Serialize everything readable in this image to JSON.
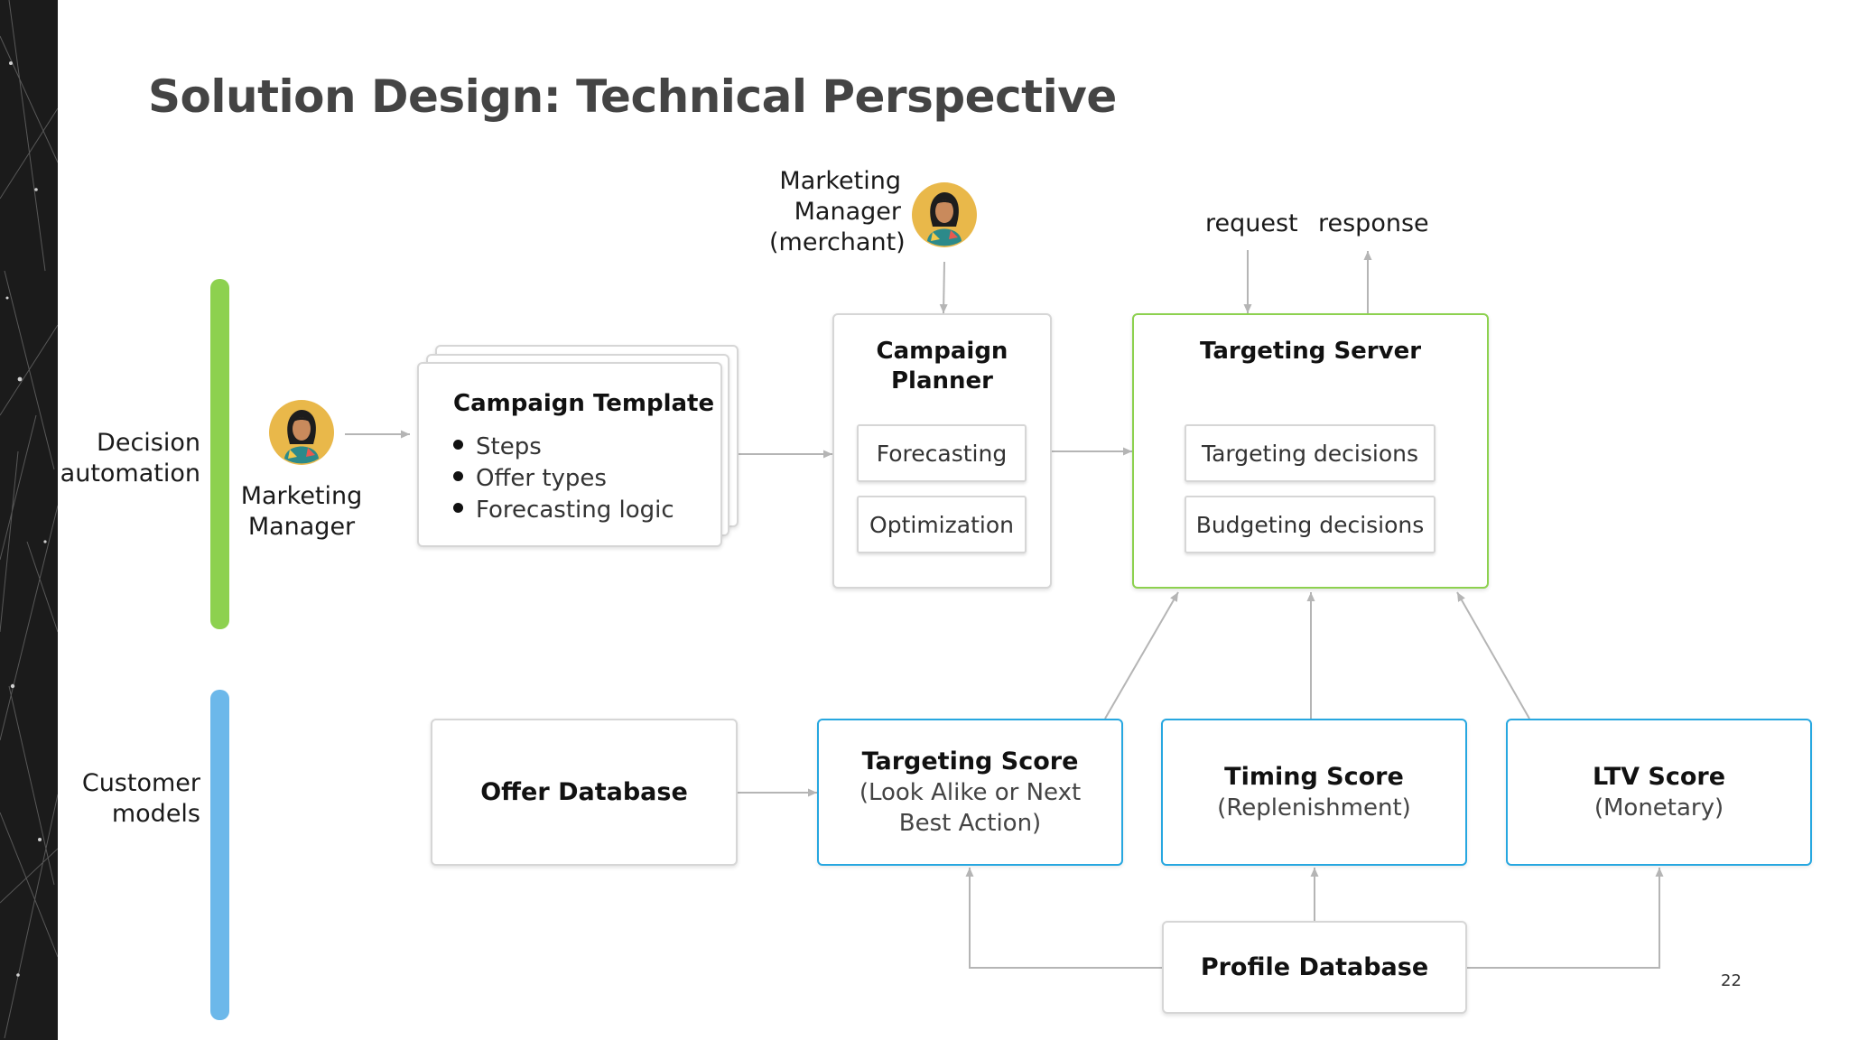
{
  "title": "Solution Design: Technical Perspective",
  "page_number": "22",
  "colors": {
    "decision_bar": "#8dd14f",
    "models_bar": "#6cb8ea",
    "targeting_server_border": "#8dd14f",
    "model_border": "#27a7e0",
    "arrow": "#b5b5b5"
  },
  "layers": {
    "decision": "Decision automation",
    "models": "Customer models"
  },
  "actors": {
    "merchant": [
      "Marketing",
      "Manager",
      "(merchant)"
    ],
    "manager": [
      "Marketing",
      "Manager"
    ]
  },
  "io": {
    "request": "request",
    "response": "response"
  },
  "campaign_template": {
    "title": "Campaign Template",
    "items": [
      "Steps",
      "Offer types",
      "Forecasting logic"
    ]
  },
  "campaign_planner": {
    "title": [
      "Campaign",
      "Planner"
    ],
    "modules": [
      "Forecasting",
      "Optimization"
    ]
  },
  "targeting_server": {
    "title": "Targeting Server",
    "modules": [
      "Targeting decisions",
      "Budgeting decisions"
    ]
  },
  "offer_database": "Offer Database",
  "models": {
    "targeting": {
      "title": "Targeting Score",
      "sub": "(Look Alike or Next Best Action)"
    },
    "timing": {
      "title": "Timing Score",
      "sub": "(Replenishment)"
    },
    "ltv": {
      "title": "LTV Score",
      "sub": "(Monetary)"
    }
  },
  "profile_database": "Profile Database",
  "icons": {
    "avatar": "woman-avatar-icon"
  }
}
